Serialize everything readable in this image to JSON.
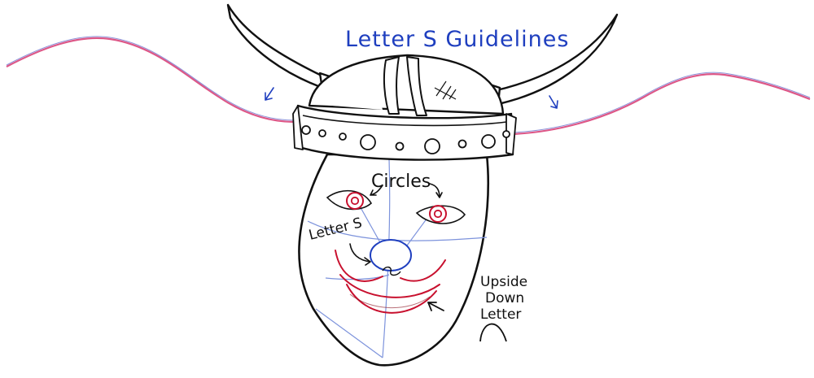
{
  "labels": {
    "guidelines": "Letter S Guidelines",
    "circles": "Circles",
    "letter_s": "Letter S",
    "upside_down_line1": "Upside",
    "upside_down_line2": "Down",
    "upside_down_line3": "Letter"
  },
  "colors": {
    "outline": "#111111",
    "guide_blue": "#1f3fbf",
    "construction_blue": "#7d93dc",
    "accent_red": "#c8102e",
    "pink_guide": "#d9457a"
  }
}
